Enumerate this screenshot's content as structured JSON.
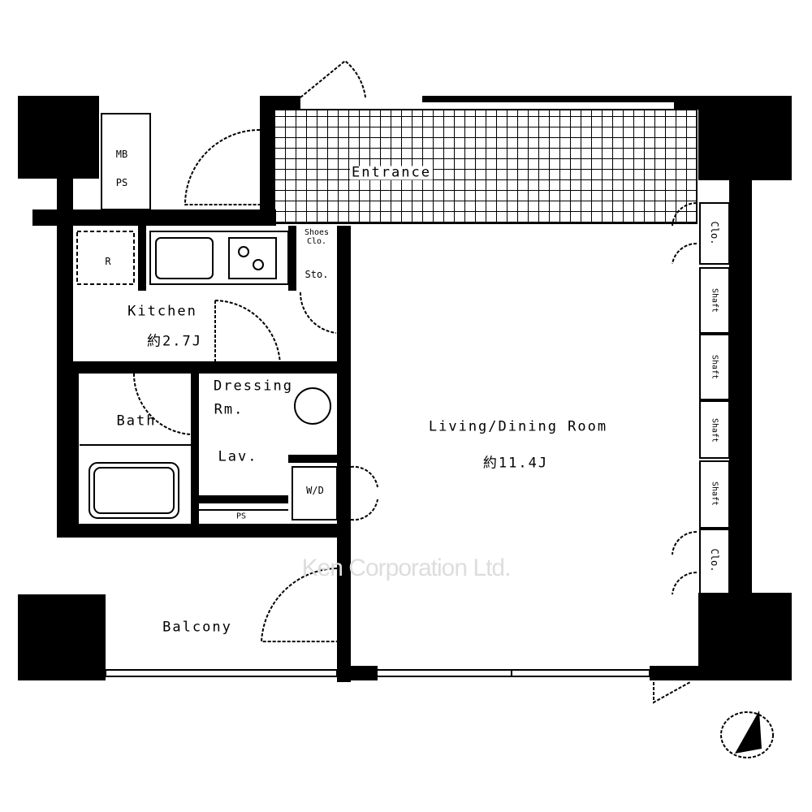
{
  "plan": {
    "watermark": "Ken Corporation Ltd.",
    "rooms": {
      "mb": "MB",
      "ps_top": "PS",
      "entrance": "Entrance",
      "shoes_clo": "Shoes Clo.",
      "sto": "Sto.",
      "fridge": "R",
      "kitchen": "Kitchen",
      "kitchen_size": "約2.7J",
      "dressing": "Dressing",
      "dressing_rm": "Rm.",
      "bath": "Bath",
      "lav": "Lav.",
      "wd": "W/D",
      "ps_bottom": "PS",
      "living": "Living/Dining Room",
      "living_size": "約11.4J",
      "balcony": "Balcony",
      "clo_top": "Clo.",
      "clo_bottom": "Clo.",
      "shaft1": "Shaft",
      "shaft2": "Shaft",
      "shaft3": "Shaft",
      "shaft4": "Shaft"
    },
    "colors": {
      "wall": "#000000",
      "background": "#ffffff",
      "watermark": "#dddddd"
    }
  }
}
